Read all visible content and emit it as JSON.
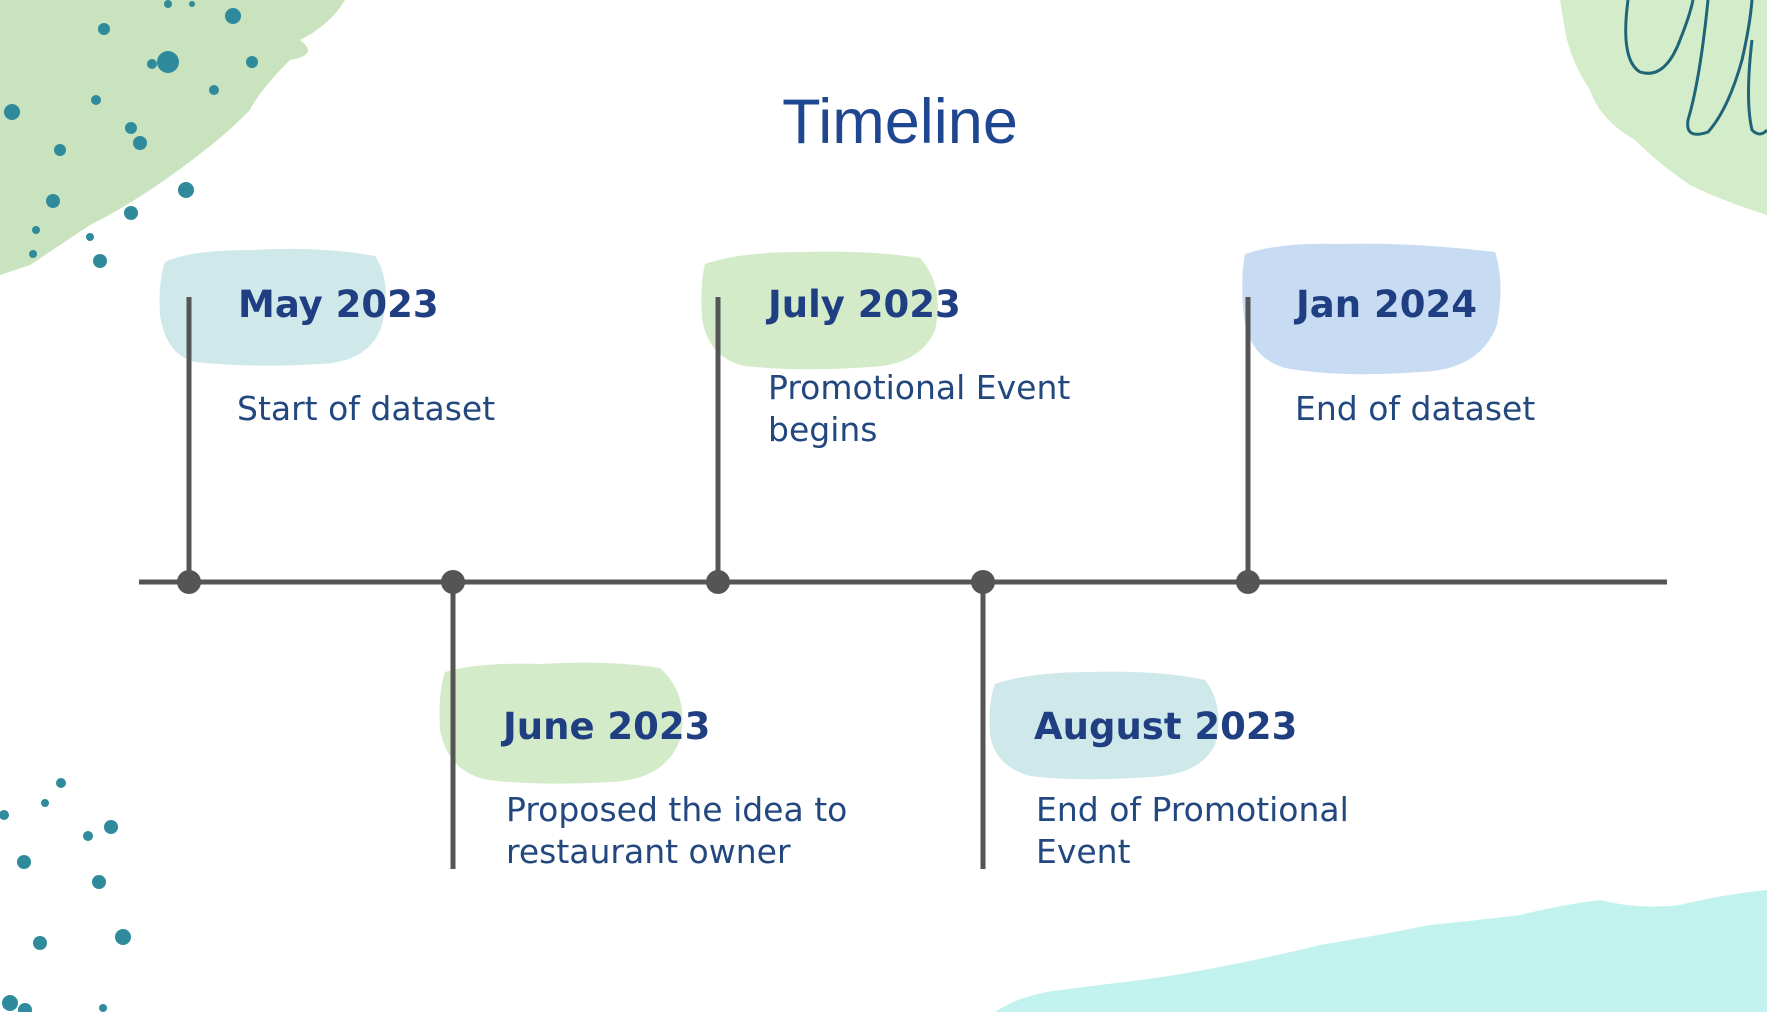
{
  "title": "Timeline",
  "colors": {
    "title": "#1f4690",
    "text": "#23487f",
    "line": "#555555",
    "green_brush": "#c9e3bf",
    "teal_dot": "#2f8a9c",
    "blue_brush": "#c7dcf2",
    "mint_brush": "#c2f2ee"
  },
  "events": [
    {
      "date": "May 2023",
      "description": "Start of dataset",
      "position": "above",
      "brush": "teal-brush"
    },
    {
      "date": "June 2023",
      "description": "Proposed the idea to restaurant owner",
      "position": "below",
      "brush": "green-brush"
    },
    {
      "date": "July 2023",
      "description": "Promotional Event begins",
      "position": "above",
      "brush": "green-brush"
    },
    {
      "date": "August 2023",
      "description": "End of Promotional Event",
      "position": "below",
      "brush": "teal-brush"
    },
    {
      "date": "Jan 2024",
      "description": "End of dataset",
      "position": "above",
      "brush": "blue-brush"
    }
  ]
}
